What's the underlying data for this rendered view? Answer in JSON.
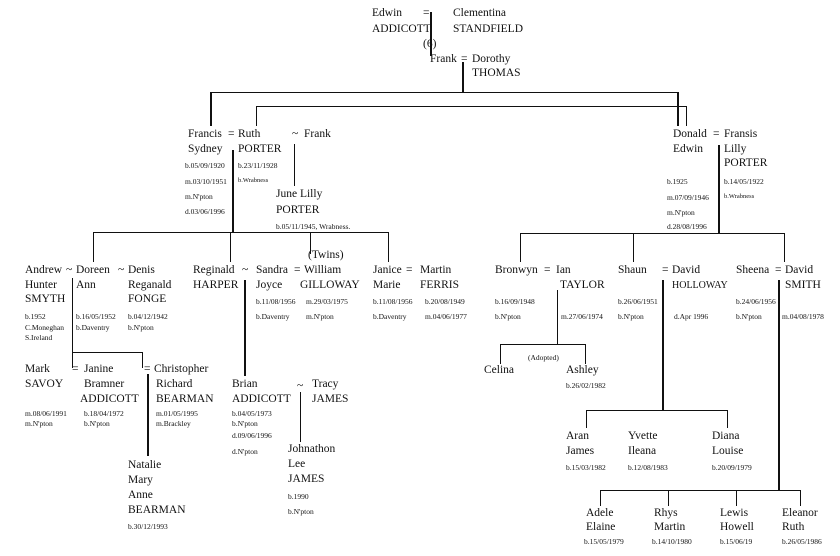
{
  "gen1": {
    "edwin_first": "Edwin",
    "edwin_last": "ADDICOTT",
    "eq": "=",
    "clem_first": "Clementina",
    "clem_last": "STANDFIELD",
    "children": "(6)"
  },
  "gen2": {
    "frank": "Frank",
    "eq": "=",
    "dorothy_first": "Dorothy",
    "dorothy_last": "THOMAS"
  },
  "left_branch": {
    "francis": "Francis",
    "eq1": "=",
    "ruth": "Ruth",
    "tilde": "~",
    "frank2": "Frank",
    "sydney": "Sydney",
    "porter": "PORTER",
    "francis_b": "b.05/09/1920",
    "ruth_b": "b.23/11/1928",
    "francis_m": "m.03/10/1951",
    "ruth_place": "b.Wrabness",
    "francis_mplace": "m.N'pton",
    "francis_d": "d.03/06/1996",
    "june_first": "June Lilly",
    "june_last": "PORTER",
    "june_b": "b.05/11/1945, Wrabness."
  },
  "right_branch": {
    "donald": "Donald",
    "eq": "=",
    "fransis": "Fransis",
    "edwin2": "Edwin",
    "lilly": "Lilly",
    "porter2": "PORTER",
    "donald_b": "b.1925",
    "fransis_b": "b.14/05/1922",
    "donald_m": "m.07/09/1946",
    "fransis_place": "b.Wrabness",
    "donald_mplace": "m.N'pton",
    "donald_d": "d.28/08/1996"
  },
  "gen4_left": {
    "andrew": "Andrew",
    "t1": "~",
    "doreen": "Doreen",
    "t2": "~",
    "denis": "Denis",
    "hunter": "Hunter",
    "ann": "Ann",
    "reganald": "Reganald",
    "smyth": "SMYTH",
    "fonge": "FONGE",
    "andrew_b": "b.1952",
    "andrew_p1": "C.Moneghan",
    "andrew_p2": "S.Ireland",
    "doreen_b": "b.16/05/1952",
    "doreen_p": "b.Daventry",
    "denis_b": "b.04/12/1942",
    "denis_p": "b.N'pton",
    "reginald": "Reginald",
    "t3": "~",
    "harper": "HARPER",
    "twins": "(Twins)",
    "sandra": "Sandra",
    "eq2": "=",
    "william": "William",
    "joyce": "Joyce",
    "gilloway": "GILLOWAY",
    "sandra_b": "b.11/08/1956",
    "sandra_p": "b.Daventry",
    "william_m": "m.29/03/1975",
    "william_mp": "m.N'pton",
    "janice": "Janice",
    "eq3": "=",
    "martin": "Martin",
    "marie": "Marie",
    "ferris": "FERRIS",
    "janice_b": "b.11/08/1956",
    "janice_p": "b.Daventry",
    "martin_b": "b.20/08/1949",
    "martin_m": "m.04/06/1977"
  },
  "gen4_right": {
    "bronwyn": "Bronwyn",
    "eq1": "=",
    "ian": "Ian",
    "taylor": "TAYLOR",
    "bronwyn_b": "b.16/09/1948",
    "bronwyn_p": "b.N'pton",
    "ian_m": "m.27/06/1974",
    "shaun": "Shaun",
    "eq2": "=",
    "david1": "David",
    "holloway": "HOLLOWAY",
    "shaun_b": "b.26/06/1951",
    "shaun_p": "b.N'pton",
    "david1_d": "d.Apr 1996",
    "sheena": "Sheena",
    "eq3": "=",
    "david2": "David",
    "smith": "SMITH",
    "sheena_b": "b.24/06/1956",
    "sheena_p": "b.N'pton",
    "david2_m": "m.04/08/1978"
  },
  "gen5_left": {
    "mark": "Mark",
    "eq1": "=",
    "janine": "Janine",
    "eq2": "=",
    "christopher": "Christopher",
    "savoy": "SAVOY",
    "bramner": "Bramner",
    "richard": "Richard",
    "addicott1": "ADDICOTT",
    "bearman": "BEARMAN",
    "mark_m": "m.08/06/1991",
    "mark_mp": "m.N'pton",
    "janine_b": "b.18/04/1972",
    "janine_p": "b.N'pton",
    "chris_m": "m.01/05/1995",
    "chris_mp": "m.Brackley",
    "brian": "Brian",
    "tilde": "~",
    "tracy": "Tracy",
    "addicott2": "ADDICOTT",
    "james": "JAMES",
    "brian_b": "b.04/05/1973",
    "brian_p": "b.N'pton",
    "brian_d": "d.09/06/1996",
    "brian_dp": "d.N'pton"
  },
  "gen6_left": {
    "natalie": "Natalie",
    "mary": "Mary",
    "anne": "Anne",
    "bearman": "BEARMAN",
    "natalie_b": "b.30/12/1993",
    "johnathon": "Johnathon",
    "lee": "Lee",
    "james": "JAMES",
    "john_b": "b.1990",
    "john_p": "b.N'pton"
  },
  "gen5_right": {
    "adopted": "(Adopted)",
    "celina": "Celina",
    "ashley": "Ashley",
    "ashley_b": "b.26/02/1982",
    "aran": "Aran",
    "aran2": "James",
    "aran_b": "b.15/03/1982",
    "yvette": "Yvette",
    "ileana": "Ileana",
    "yvette_b": "b.12/08/1983",
    "diana": "Diana",
    "louise": "Louise",
    "diana_b": "b.20/09/1979"
  },
  "gen6_right": {
    "adele": "Adele",
    "elaine": "Elaine",
    "adele_b": "b.15/05/1979",
    "rhys": "Rhys",
    "martin": "Martin",
    "rhys_b": "b.14/10/1980",
    "lewis": "Lewis",
    "howell": "Howell",
    "lewis_b": "b.15/06/19",
    "eleanor": "Eleanor",
    "ruth": "Ruth",
    "eleanor_b": "b.26/05/1986"
  }
}
